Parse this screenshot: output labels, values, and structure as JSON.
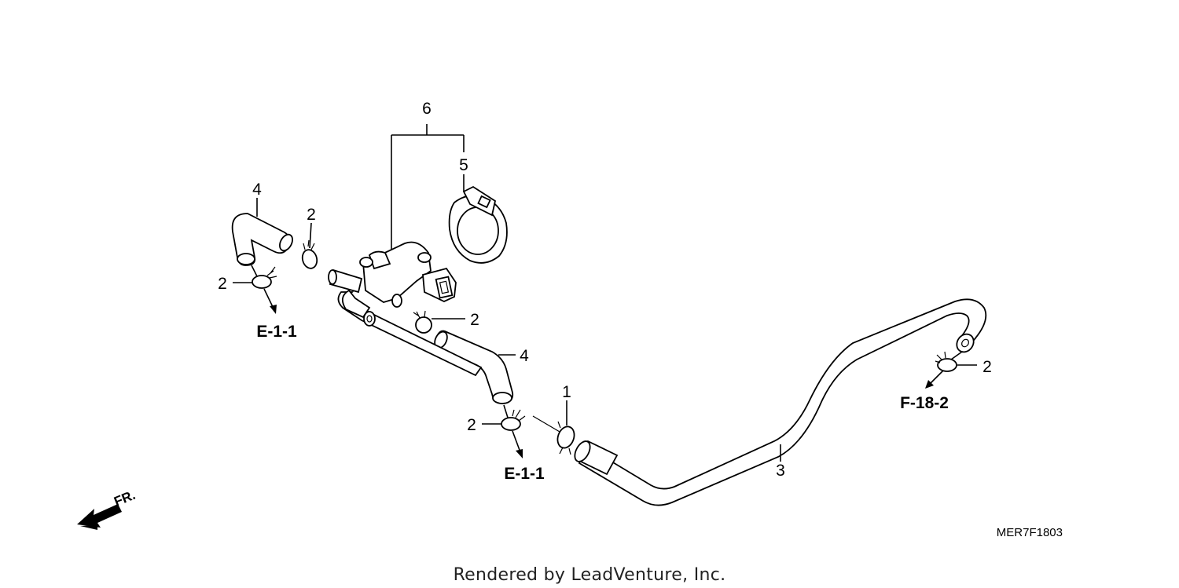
{
  "diagram": {
    "callouts": {
      "clamp_top_left": "2",
      "clamp_left": "2",
      "clamp_mid": "2",
      "clamp_bottom": "2",
      "clamp_right": "2",
      "tube_upper": "4",
      "tube_lower": "4",
      "hose_long": "3",
      "clip_joint": "1",
      "holder": "5",
      "valve_assembly": "6"
    },
    "references": {
      "left": "E-1-1",
      "bottom": "E-1-1",
      "right": "F-18-2"
    },
    "direction_marker": "FR.",
    "diagram_code": "MER7F1803",
    "footer": "Rendered by LeadVenture, Inc."
  }
}
